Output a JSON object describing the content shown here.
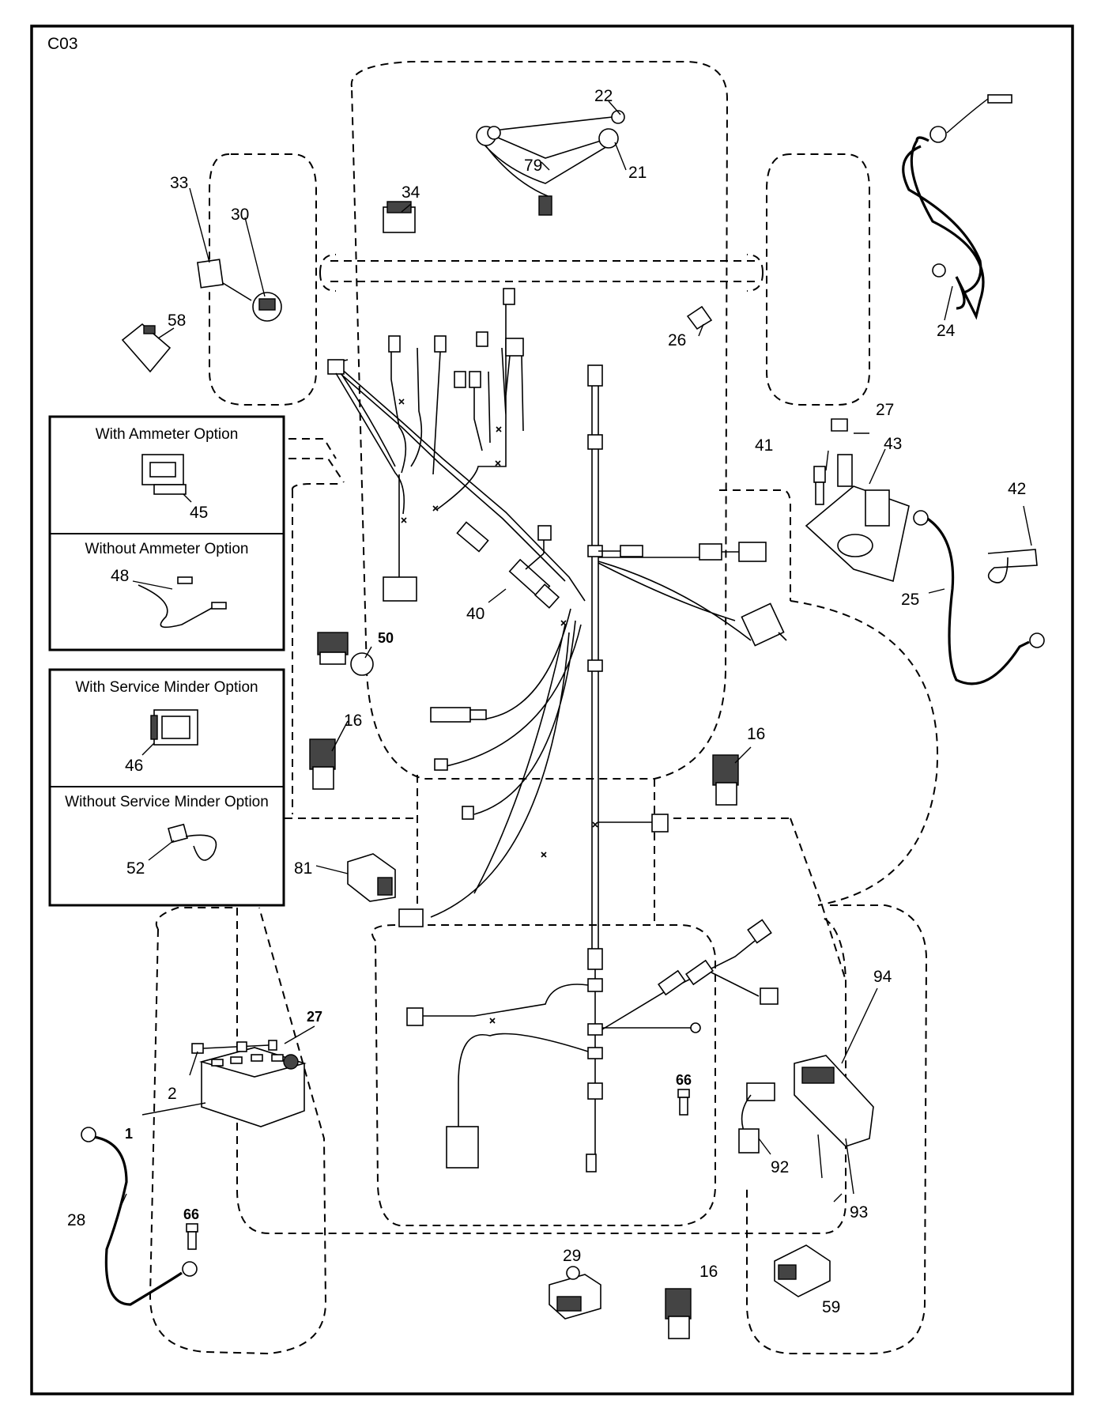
{
  "diagram_id": "C03",
  "option_boxes": [
    {
      "top": {
        "title": "With Ammeter Option",
        "part": "45"
      },
      "bottom": {
        "title": "Without Ammeter Option",
        "part": "48"
      }
    },
    {
      "top": {
        "title": "With Service Minder Option",
        "part": "46"
      },
      "bottom": {
        "title": "Without Service Minder Option",
        "part": "52"
      }
    }
  ],
  "callouts": {
    "c22": "22",
    "c21": "21",
    "c79": "79",
    "c34": "34",
    "c33": "33",
    "c30": "30",
    "c58": "58",
    "c24": "24",
    "c26": "26",
    "c27a": "27",
    "c43": "43",
    "c41": "41",
    "c42": "42",
    "c25": "25",
    "c40": "40",
    "c50": "50",
    "c16a": "16",
    "c16b": "16",
    "c16c": "16",
    "c81": "81",
    "c94": "94",
    "c66a": "66",
    "c66b": "66",
    "c92": "92",
    "c93": "93",
    "c27b": "27",
    "c2": "2",
    "c1": "1",
    "c28": "28",
    "c29": "29",
    "c59": "59"
  }
}
